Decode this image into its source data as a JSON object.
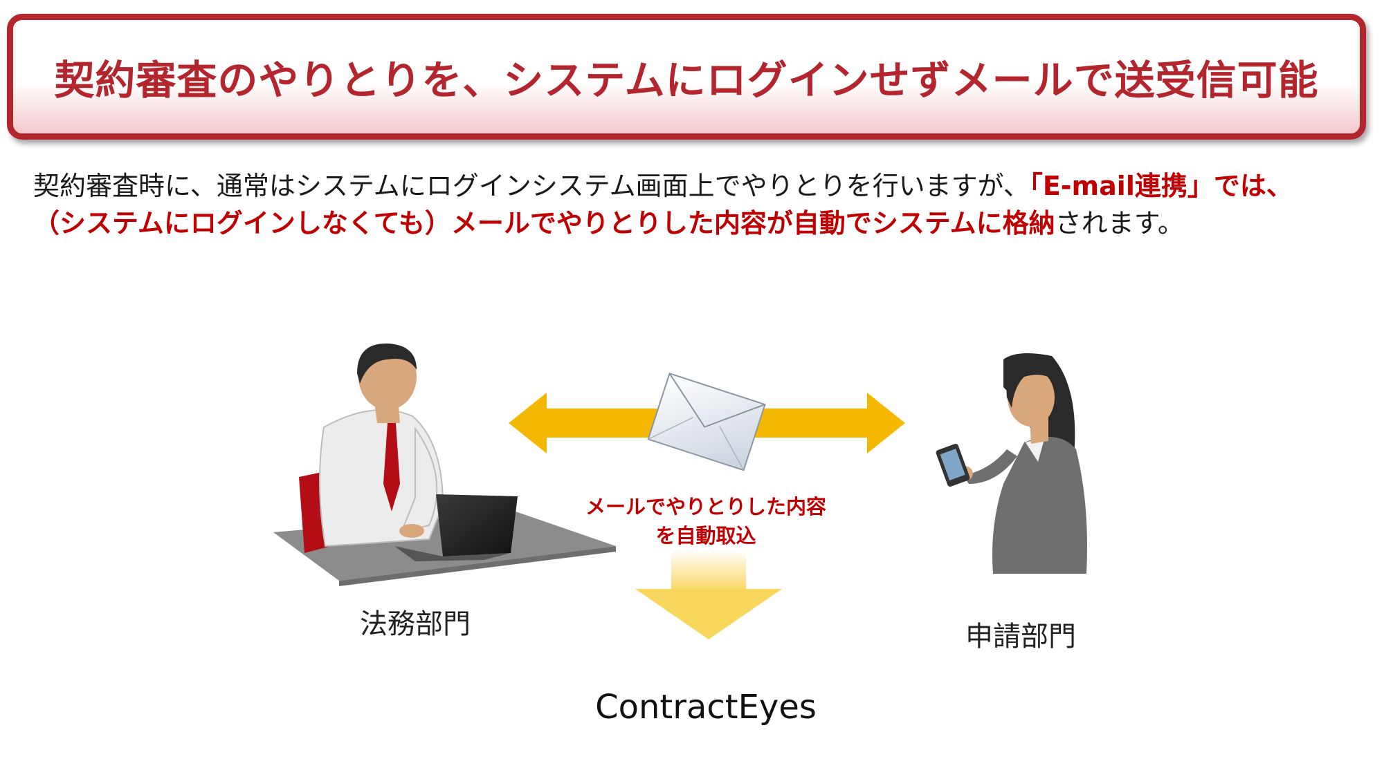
{
  "title": "契約審査のやりとりを、システムにログインせずメールで送受信可能",
  "description": {
    "line1_normal": "契約審査時に、通常はシステムにログインシステム画面上でやりとりを行いますが、",
    "line1_highlight": "「E-mail連携」では、",
    "line2_highlight": "（システムにログインしなくても）メールでやりとりした内容が自動でシステムに格納",
    "line2_normal": "されます。"
  },
  "diagram": {
    "left_label": "法務部門",
    "right_label": "申請部門",
    "caption_line1": "メールでやりとりした内容",
    "caption_line2": "を自動取込",
    "product": "ContractEyes"
  },
  "colors": {
    "brand_red": "#b3262e",
    "highlight_red": "#c00000",
    "arrow_yellow": "#f5b800",
    "down_arrow_yellow": "#fbe08a"
  },
  "icons": [
    "envelope-icon",
    "person-laptop",
    "person-smartphone"
  ]
}
